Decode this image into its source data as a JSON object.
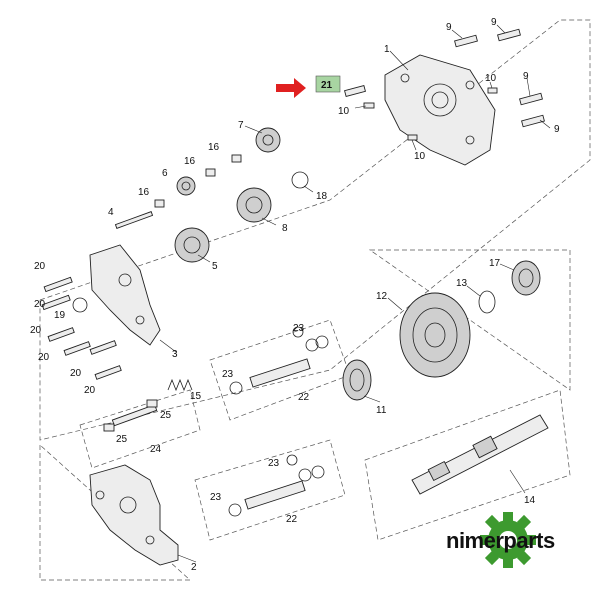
{
  "callouts": {
    "c1": "1",
    "c2": "2",
    "c3": "3",
    "c4": "4",
    "c5": "5",
    "c6": "6",
    "c7": "7",
    "c8": "8",
    "c9a": "9",
    "c9b": "9",
    "c9c": "9",
    "c9d": "9",
    "c10a": "10",
    "c10b": "10",
    "c10c": "10",
    "c11": "11",
    "c12": "12",
    "c13": "13",
    "c14": "14",
    "c15": "15",
    "c16a": "16",
    "c16b": "16",
    "c16c": "16",
    "c17": "17",
    "c18": "18",
    "c19": "19",
    "c20a": "20",
    "c20b": "20",
    "c20c": "20",
    "c20d": "20",
    "c20e": "20",
    "c20f": "20",
    "c21": "21",
    "c22a": "22",
    "c22b": "22",
    "c23a": "23",
    "c23b": "23",
    "c23c": "23",
    "c23d": "23",
    "c24": "24",
    "c25a": "25",
    "c25b": "25"
  },
  "highlight": {
    "label_bg": "#a8d5a2",
    "arrow_color": "#e02020"
  },
  "logo": {
    "text": "nimerparts",
    "gear_color": "#3d9a2f"
  }
}
